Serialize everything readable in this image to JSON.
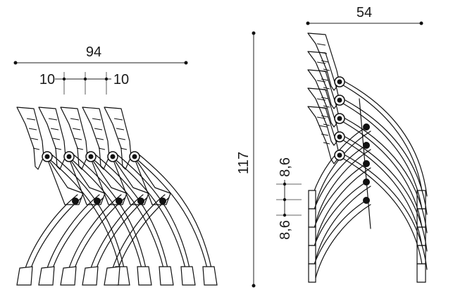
{
  "dimensions": {
    "overall_width_left": "94",
    "offset_left_a": "10",
    "offset_left_b": "10",
    "height": "117",
    "depth_right": "54",
    "stack_step_upper": "8,6",
    "stack_step_lower": "8,6"
  },
  "colors": {
    "ink": "#111111",
    "background": "#ffffff"
  }
}
